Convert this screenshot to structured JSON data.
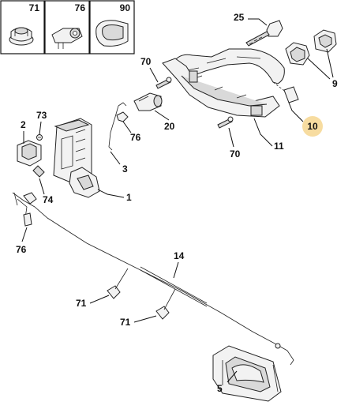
{
  "legend": {
    "boxes": [
      {
        "number": "71"
      },
      {
        "number": "76"
      },
      {
        "number": "90"
      }
    ]
  },
  "callouts": {
    "c25": "25",
    "c70a": "70",
    "c9": "9",
    "c73": "73",
    "c2": "2",
    "c20": "20",
    "c10": "10",
    "c76a": "76",
    "c70b": "70",
    "c11": "11",
    "c3": "3",
    "c74": "74",
    "c1": "1",
    "c76b": "76",
    "c14": "14",
    "c71a": "71",
    "c71b": "71",
    "c5": "5"
  },
  "colors": {
    "highlight": "#f7dca0",
    "ink": "#111111"
  }
}
